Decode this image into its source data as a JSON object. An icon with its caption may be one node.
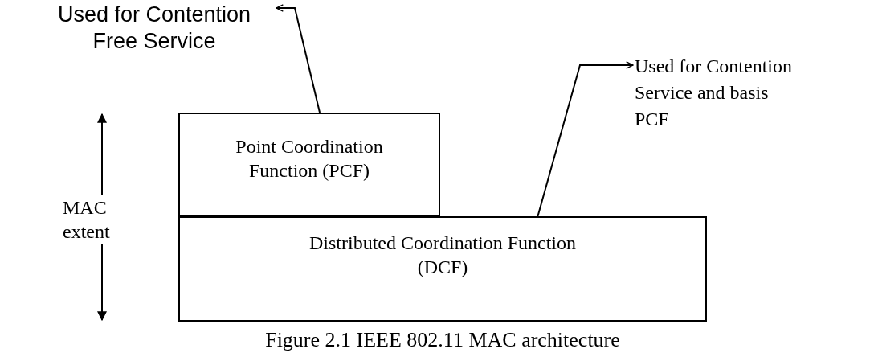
{
  "diagram": {
    "caption": "Figure 2.1 IEEE 802.11 MAC architecture",
    "nodes": [
      {
        "text": [
          "Used for Contention Free Service"
        ]
      },
      {
        "text": [
          "Point Coordination Function (PCF)"
        ]
      },
      {
        "text": [
          "Distributed Coordination Function (DCF)"
        ]
      },
      {
        "text": [
          "Used for Contention Service and basis PCF"
        ]
      }
    ],
    "edges": [
      {
        "from": 1,
        "to": 0,
        "arrow": "to"
      },
      {
        "from": 2,
        "to": 3,
        "arrow": "to"
      }
    ],
    "labels": [
      "MAC extent"
    ]
  }
}
